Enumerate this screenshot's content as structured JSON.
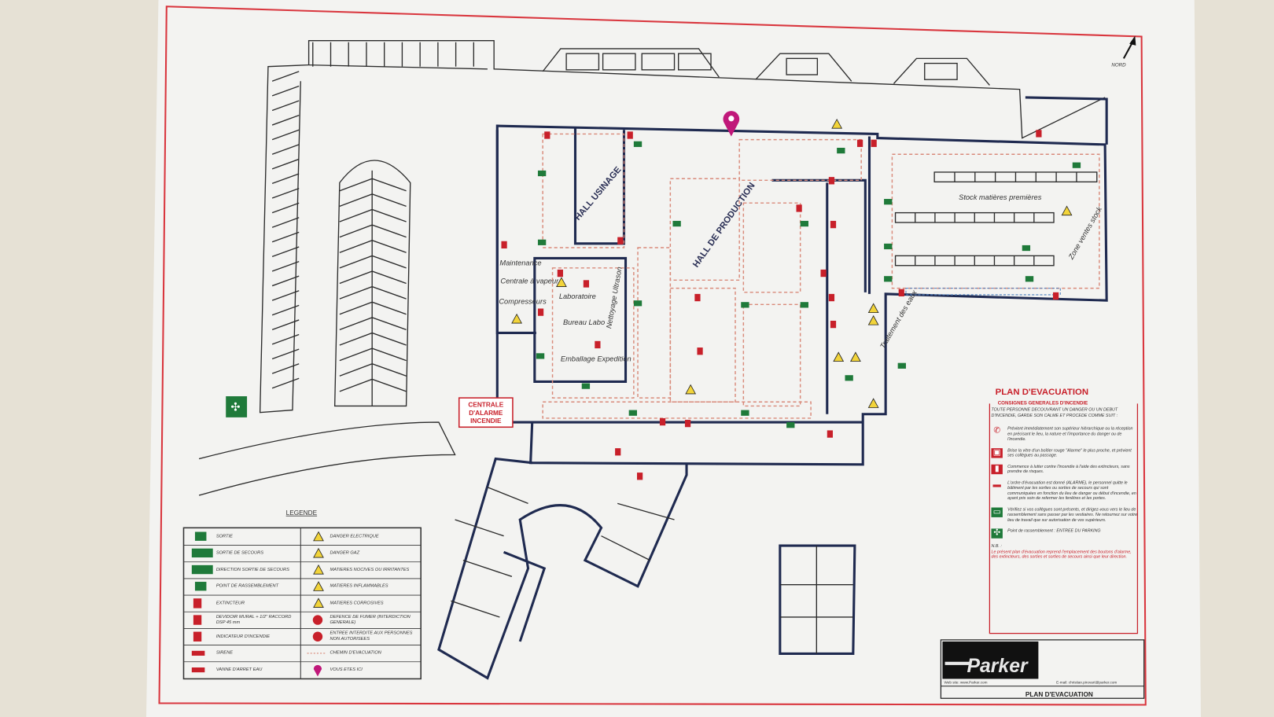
{
  "north": {
    "label": "NORD"
  },
  "plan": {
    "rooms": {
      "hall_usinage": "HALL USINAGE",
      "hall_production": "HALL DE PRODUCTION",
      "maintenance": "Maintenance",
      "centrale_air": "Centrale à vapeur",
      "compresseurs": "Compresseurs",
      "laboratoire": "Laboratoire",
      "bureau_labo": "Bureau Labo",
      "nettoyage": "Nettoyage Ultrason",
      "emballage": "Emballage Expedition",
      "stock": "Stock matières premières",
      "zone": "Zone ventes stock",
      "traitement": "Traitement des eaux"
    },
    "alarm_box": {
      "line1": "CENTRALE",
      "line2": "D'ALARME",
      "line3": "INCENDIE"
    }
  },
  "legend": {
    "title": "LEGENDE",
    "left": [
      {
        "icon": "exit-icon",
        "label": "SORTIE"
      },
      {
        "icon": "emergency-exit-icon",
        "label": "SORTIE DE SECOURS"
      },
      {
        "icon": "exit-direction-icon",
        "label": "DIRECTION SORTIE DE SECOURS"
      },
      {
        "icon": "assembly-point-icon",
        "label": "POINT DE RASSEMBLEMENT"
      },
      {
        "icon": "extinguisher-icon",
        "label": "EXTINCTEUR"
      },
      {
        "icon": "fire-hose-icon",
        "label": "DEVIDOIR MURAL + 1/2\" RACCORD DSP 45 mm"
      },
      {
        "icon": "fire-alarm-icon",
        "label": "INDICATEUR D'INCENDIE"
      },
      {
        "icon": "siren-icon",
        "label": "SIRENE"
      },
      {
        "icon": "water-valve-icon",
        "label": "VANNE D'ARRET EAU"
      }
    ],
    "right": [
      {
        "icon": "electric-danger-icon",
        "label": "DANGER ELECTRIQUE"
      },
      {
        "icon": "gas-danger-icon",
        "label": "DANGER GAZ"
      },
      {
        "icon": "toxic-icon",
        "label": "MATIERES NOCIVES OU IRRITANTES"
      },
      {
        "icon": "flammable-icon",
        "label": "MATIERES INFLAMMABLES"
      },
      {
        "icon": "corrosive-icon",
        "label": "MATIERES CORROSIVES"
      },
      {
        "icon": "no-smoking-icon",
        "label": "DEFENCE DE FUMER (INTERDICTION GENERALE)"
      },
      {
        "icon": "no-entry-icon",
        "label": "ENTREE INTERDITE AUX PERSONNES NON AUTORISEES"
      },
      {
        "icon": "evacuation-path-icon",
        "label": "CHEMIN D'EVACUATION"
      },
      {
        "icon": "you-are-here-icon",
        "label": "VOUS ETES ICI"
      }
    ]
  },
  "instructions": {
    "title": "PLAN D'EVACUATION",
    "subtitle": "CONSIGNES GENERALES D'INCENDIE",
    "intro": "TOUTE PERSONNE DECOUVRANT UN DANGER OU UN DEBUT D'INCENDIE, GARDE SON CALME ET PROCEDE COMME SUIT :",
    "steps": [
      {
        "icon": "phone-icon",
        "text": "Prévient immédiatement son supérieur hiérarchique ou la réception en précisant le lieu, la nature et l'importance du danger ou de l'incendie."
      },
      {
        "icon": "alarm-button-icon",
        "text": "Brise la vitre d'un boîtier rouge \"Alarme\" le plus proche, et prévient ses collègues au passage."
      },
      {
        "icon": "extinguisher-icon",
        "text": "Commence à lutter contre l'incendie à l'aide des extincteurs, sans prendre de risques."
      },
      {
        "icon": "siren-icon",
        "text": "L'ordre d'évacuation est donné (ALARME), le personnel quitte le bâtiment par les sorties ou sorties de secours qui sont communiquées en fonction du lieu de danger ou début d'incendie, en ayant pris soin de refermer les fenêtres et les portes."
      },
      {
        "icon": "emergency-exit-icon",
        "text": "Vérifiez si vos collègues sont présents, et dirigez-vous vers le lieu de rassemblement sans passer par les vestiaires. Ne retournez sur votre lieu de travail que sur autorisation de vos supérieurs."
      },
      {
        "icon": "assembly-point-icon",
        "text": "Point de rassemblement : ENTREE DU PARKING"
      }
    ],
    "nb_label": "N.B. :",
    "nb_text": "Le présent plan d'évacuation reprend l'emplacement des boutons d'alarme, des extincteurs, des sorties et sorties de secours ainsi que leur direction."
  },
  "title_block": {
    "logo": "Parker",
    "website": "Web site: www.Parker.com",
    "email": "E-mail: christian.pirovart@parker.com",
    "title": "PLAN D'EVACUATION"
  },
  "colors": {
    "wall": "#1f2a50",
    "safety_red": "#c8202a",
    "exit_green": "#1f7a3a",
    "border": "#d9363e",
    "you_are_here": "#c0187a"
  }
}
